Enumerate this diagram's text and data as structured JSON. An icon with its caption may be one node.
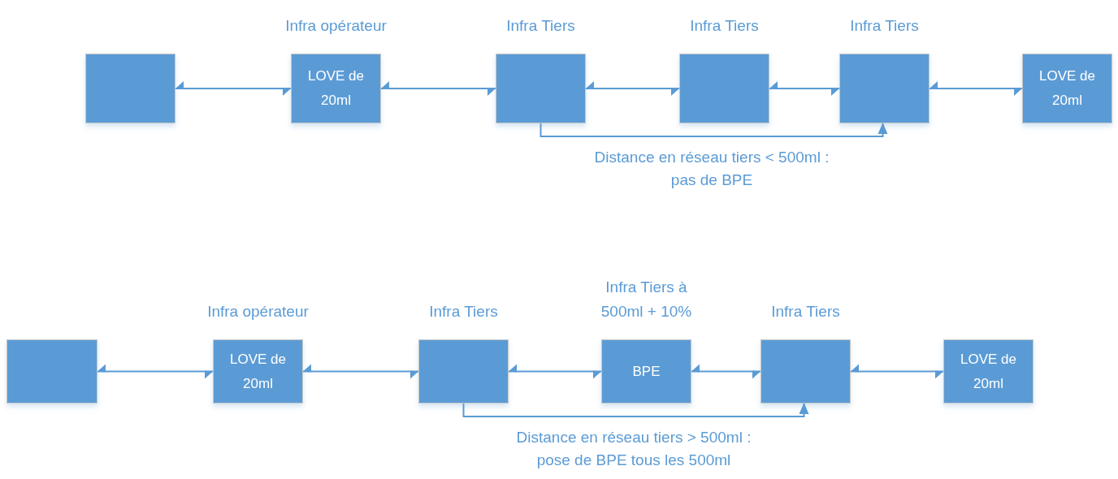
{
  "diagram": {
    "nodes": [
      {
        "text": [],
        "shape": "box"
      },
      {
        "text": [
          "LOVE de 20ml"
        ],
        "beside": [
          "Infra opérateur"
        ]
      },
      {
        "text": [],
        "shape": "box",
        "beside": [
          "Infra Tiers"
        ]
      },
      {
        "text": [],
        "shape": "box",
        "beside": [
          "Infra Tiers"
        ]
      },
      {
        "text": [],
        "shape": "box",
        "beside": [
          "Infra Tiers"
        ]
      },
      {
        "text": [
          "LOVE de 20ml"
        ]
      },
      {
        "text": [],
        "shape": "box"
      },
      {
        "text": [
          "LOVE de 20ml"
        ],
        "beside": [
          "Infra opérateur"
        ]
      },
      {
        "text": [],
        "shape": "box",
        "beside": [
          "Infra Tiers"
        ]
      },
      {
        "text": [
          "BPE"
        ],
        "beside": [
          "Infra Tiers à 500ml + 10%"
        ]
      },
      {
        "text": [],
        "shape": "box",
        "beside": [
          "Infra Tiers"
        ]
      },
      {
        "text": [
          "LOVE de 20ml"
        ]
      }
    ],
    "edges": [
      {
        "from": 0,
        "to": 1,
        "arrow": "both"
      },
      {
        "from": 1,
        "to": 2,
        "arrow": "both"
      },
      {
        "from": 2,
        "to": 3,
        "arrow": "both"
      },
      {
        "from": 3,
        "to": 4,
        "arrow": "both"
      },
      {
        "from": 4,
        "to": 5,
        "arrow": "both"
      },
      {
        "from": 2,
        "to": 4,
        "arrow": "to",
        "label": "Distance en réseau tiers < 500ml : pas de BPE"
      },
      {
        "from": 6,
        "to": 7,
        "arrow": "both"
      },
      {
        "from": 7,
        "to": 8,
        "arrow": "both"
      },
      {
        "from": 8,
        "to": 9,
        "arrow": "both"
      },
      {
        "from": 9,
        "to": 10,
        "arrow": "both"
      },
      {
        "from": 10,
        "to": 11,
        "arrow": "both"
      },
      {
        "from": 8,
        "to": 10,
        "arrow": "to",
        "label": "Distance en réseau tiers > 500ml : pose de BPE tous les 500ml"
      }
    ]
  }
}
